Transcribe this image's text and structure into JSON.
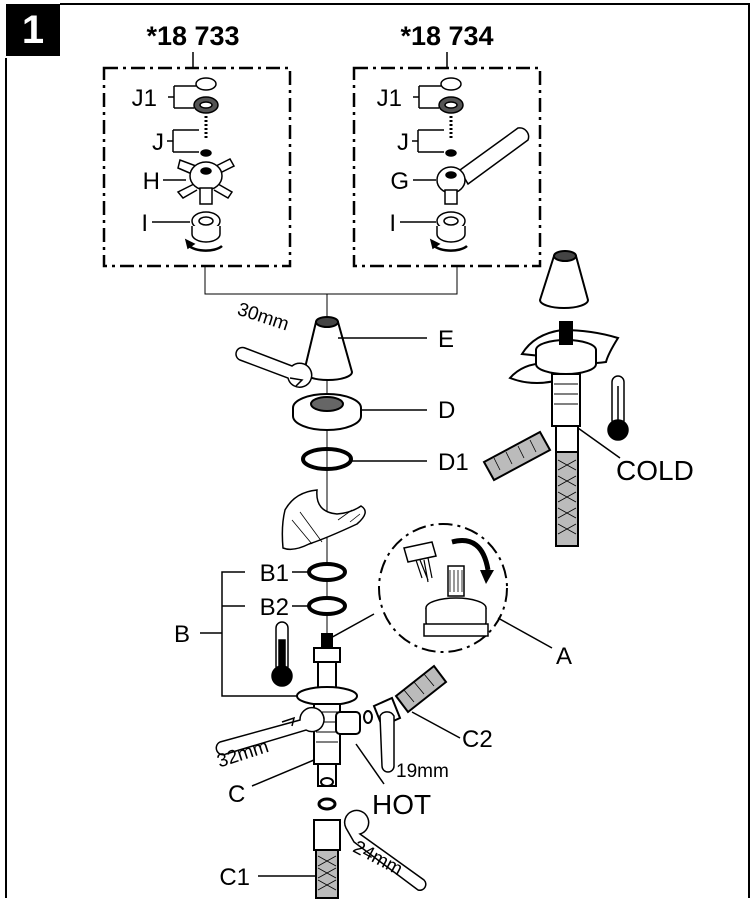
{
  "step": "1",
  "variants": [
    {
      "model": "*18 733",
      "labels": [
        "J1",
        "J",
        "H",
        "I"
      ]
    },
    {
      "model": "*18 734",
      "labels": [
        "J1",
        "J",
        "G",
        "I"
      ]
    }
  ],
  "parts": {
    "E": "E",
    "D": "D",
    "D1": "D1",
    "B": "B",
    "B1": "B1",
    "B2": "B2",
    "A": "A",
    "C": "C",
    "C1": "C1",
    "C2": "C2"
  },
  "text": {
    "cold": "COLD",
    "hot": "HOT",
    "wrench_30": "30mm",
    "wrench_32": "32mm",
    "wrench_24": "24mm",
    "wrench_19": "19mm"
  }
}
